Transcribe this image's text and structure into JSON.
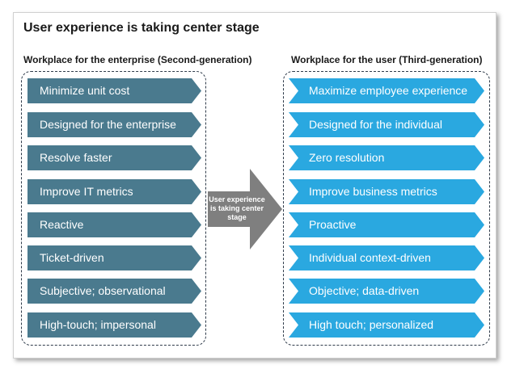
{
  "title": "User experience is taking center stage",
  "left_column": {
    "heading": "Workplace for the enterprise (Second-generation)",
    "items": [
      "Minimize unit cost",
      "Designed for the enterprise",
      "Resolve faster",
      "Improve IT metrics",
      "Reactive",
      "Ticket-driven",
      "Subjective; observational",
      "High-touch; impersonal"
    ]
  },
  "right_column": {
    "heading": "Workplace for the user (Third-generation)",
    "items": [
      "Maximize employee experience",
      "Designed for the individual",
      "Zero resolution",
      "Improve business metrics",
      "Proactive",
      "Individual context-driven",
      "Objective; data-driven",
      "High touch; personalized"
    ]
  },
  "arrow_label": "User experience\nis taking center\nstage",
  "colors": {
    "left_chevron": "#4a7a8e",
    "right_chevron": "#2aa8e0",
    "arrow": "#7f7f7f"
  }
}
